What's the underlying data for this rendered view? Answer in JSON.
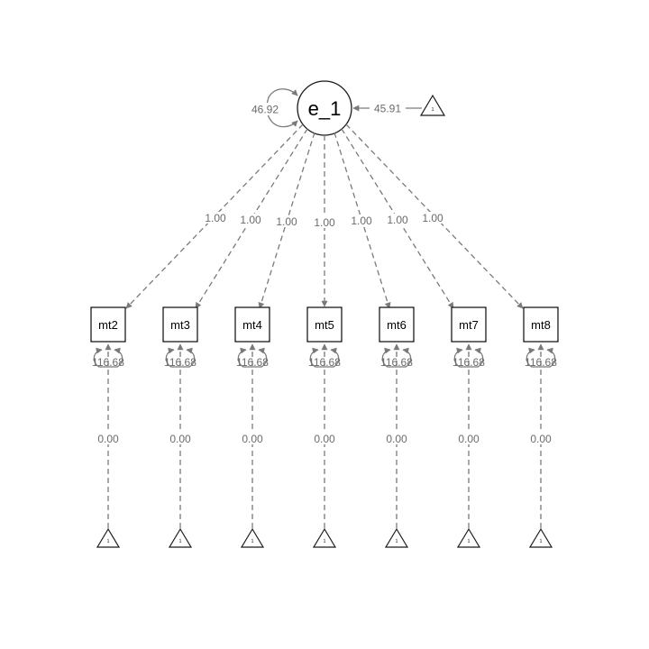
{
  "latent": {
    "label": "e_1",
    "variance": "46.92",
    "intercept": "45.91",
    "intercept_constant": "1"
  },
  "loadings": [
    "1.00",
    "1.00",
    "1.00",
    "1.00",
    "1.00",
    "1.00",
    "1.00"
  ],
  "indicators": [
    {
      "label": "mt2",
      "residual": "116.68",
      "intercept": "0.00",
      "constant": "1"
    },
    {
      "label": "mt3",
      "residual": "116.68",
      "intercept": "0.00",
      "constant": "1"
    },
    {
      "label": "mt4",
      "residual": "116.68",
      "intercept": "0.00",
      "constant": "1"
    },
    {
      "label": "mt5",
      "residual": "116.68",
      "intercept": "0.00",
      "constant": "1"
    },
    {
      "label": "mt6",
      "residual": "116.68",
      "intercept": "0.00",
      "constant": "1"
    },
    {
      "label": "mt7",
      "residual": "116.68",
      "intercept": "0.00",
      "constant": "1"
    },
    {
      "label": "mt8",
      "residual": "116.68",
      "intercept": "0.00",
      "constant": "1"
    }
  ],
  "colors": {
    "edge": "#7a7a7a",
    "node_stroke": "#1a1a1a",
    "label": "#6b6b6b"
  }
}
